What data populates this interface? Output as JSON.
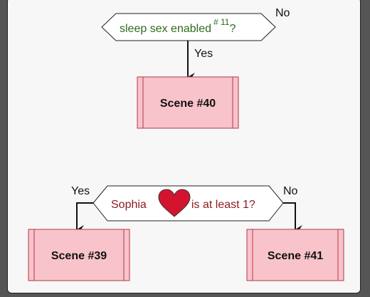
{
  "flow": {
    "cond1": {
      "text": "sleep sex enabled",
      "ref": "# 11",
      "suffix": "?",
      "yes": "Yes",
      "no": "No"
    },
    "scene40": "Scene #40",
    "cond2": {
      "prefix": "Sophia",
      "suffix": "is at least 1?",
      "yes": "Yes",
      "no": "No"
    },
    "scene39": "Scene #39",
    "scene41": "Scene #41"
  },
  "colors": {
    "scene_fill": "#f8c3cb",
    "scene_stroke": "#b03a48",
    "heart": "#d4142e",
    "cond1_text": "#2e6b1f",
    "cond2_text": "#8b1a1a"
  }
}
